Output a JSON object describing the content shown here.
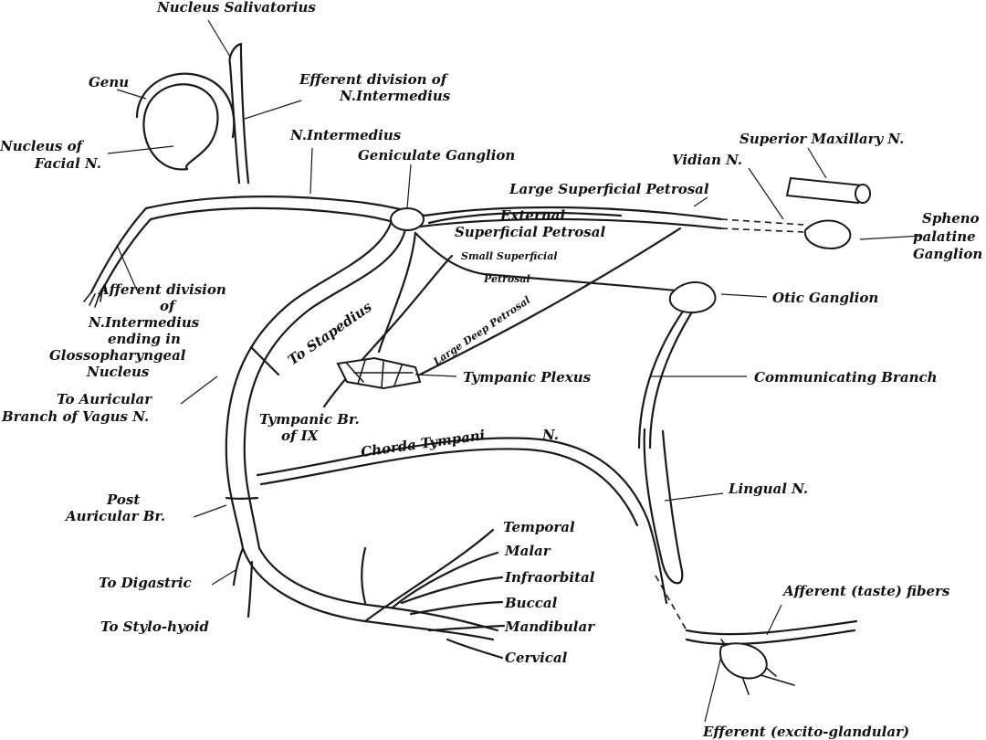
{
  "labels": {
    "nucleus_salivatorius": "Nucleus Salivatorius",
    "genu": "Genu",
    "efferent_div_1": "Efferent division of",
    "efferent_div_2": "N.Intermedius",
    "nucleus_facial_1": "Nucleus of",
    "nucleus_facial_2": "Facial N.",
    "n_intermedius": "N.Intermedius",
    "geniculate_ganglion": "Geniculate Ganglion",
    "superior_maxillary": "Superior Maxillary N.",
    "vidian": "Vidian N.",
    "large_sup_petrosal": "Large Superficial Petrosal",
    "spheno_1": "Spheno",
    "spheno_2": "palatine",
    "spheno_3": "Ganglion",
    "external_1": "External",
    "external_2": "Superficial Petrosal",
    "small_sup_1": "Small Superficial",
    "small_sup_2": "Petrosal",
    "large_deep_petrosal": "Large Deep Petrosal",
    "afferent_div_1": "Afferent division",
    "afferent_div_2": "of",
    "afferent_div_3": "N.Intermedius",
    "afferent_div_4": "ending in",
    "afferent_div_5": "Glossopharyngeal",
    "afferent_div_6": "Nucleus",
    "otic_ganglion": "Otic Ganglion",
    "to_stapedius": "To Stapedius",
    "tympanic_plexus": "Tympanic Plexus",
    "communicating_branch": "Communicating Branch",
    "to_auricular_1": "To Auricular",
    "to_auricular_2": "Branch of Vagus N.",
    "tympanic_br_1": "Tympanic Br.",
    "tympanic_br_2": "of IX",
    "chorda_tympani": "Chorda Tympani",
    "chorda_n": "N.",
    "lingual": "Lingual N.",
    "post_auricular_1": "Post",
    "post_auricular_2": "Auricular Br.",
    "temporal": "Temporal",
    "malar": "Malar",
    "infraorbital": "Infraorbital",
    "to_digastric": "To Digastric",
    "buccal": "Buccal",
    "afferent_taste": "Afferent (taste) fibers",
    "to_stylo_hyoid": "To Stylo-hyoid",
    "mandibular": "Mandibular",
    "cervical": "Cervical",
    "efferent_excito": "Efferent (excito-glandular)"
  }
}
